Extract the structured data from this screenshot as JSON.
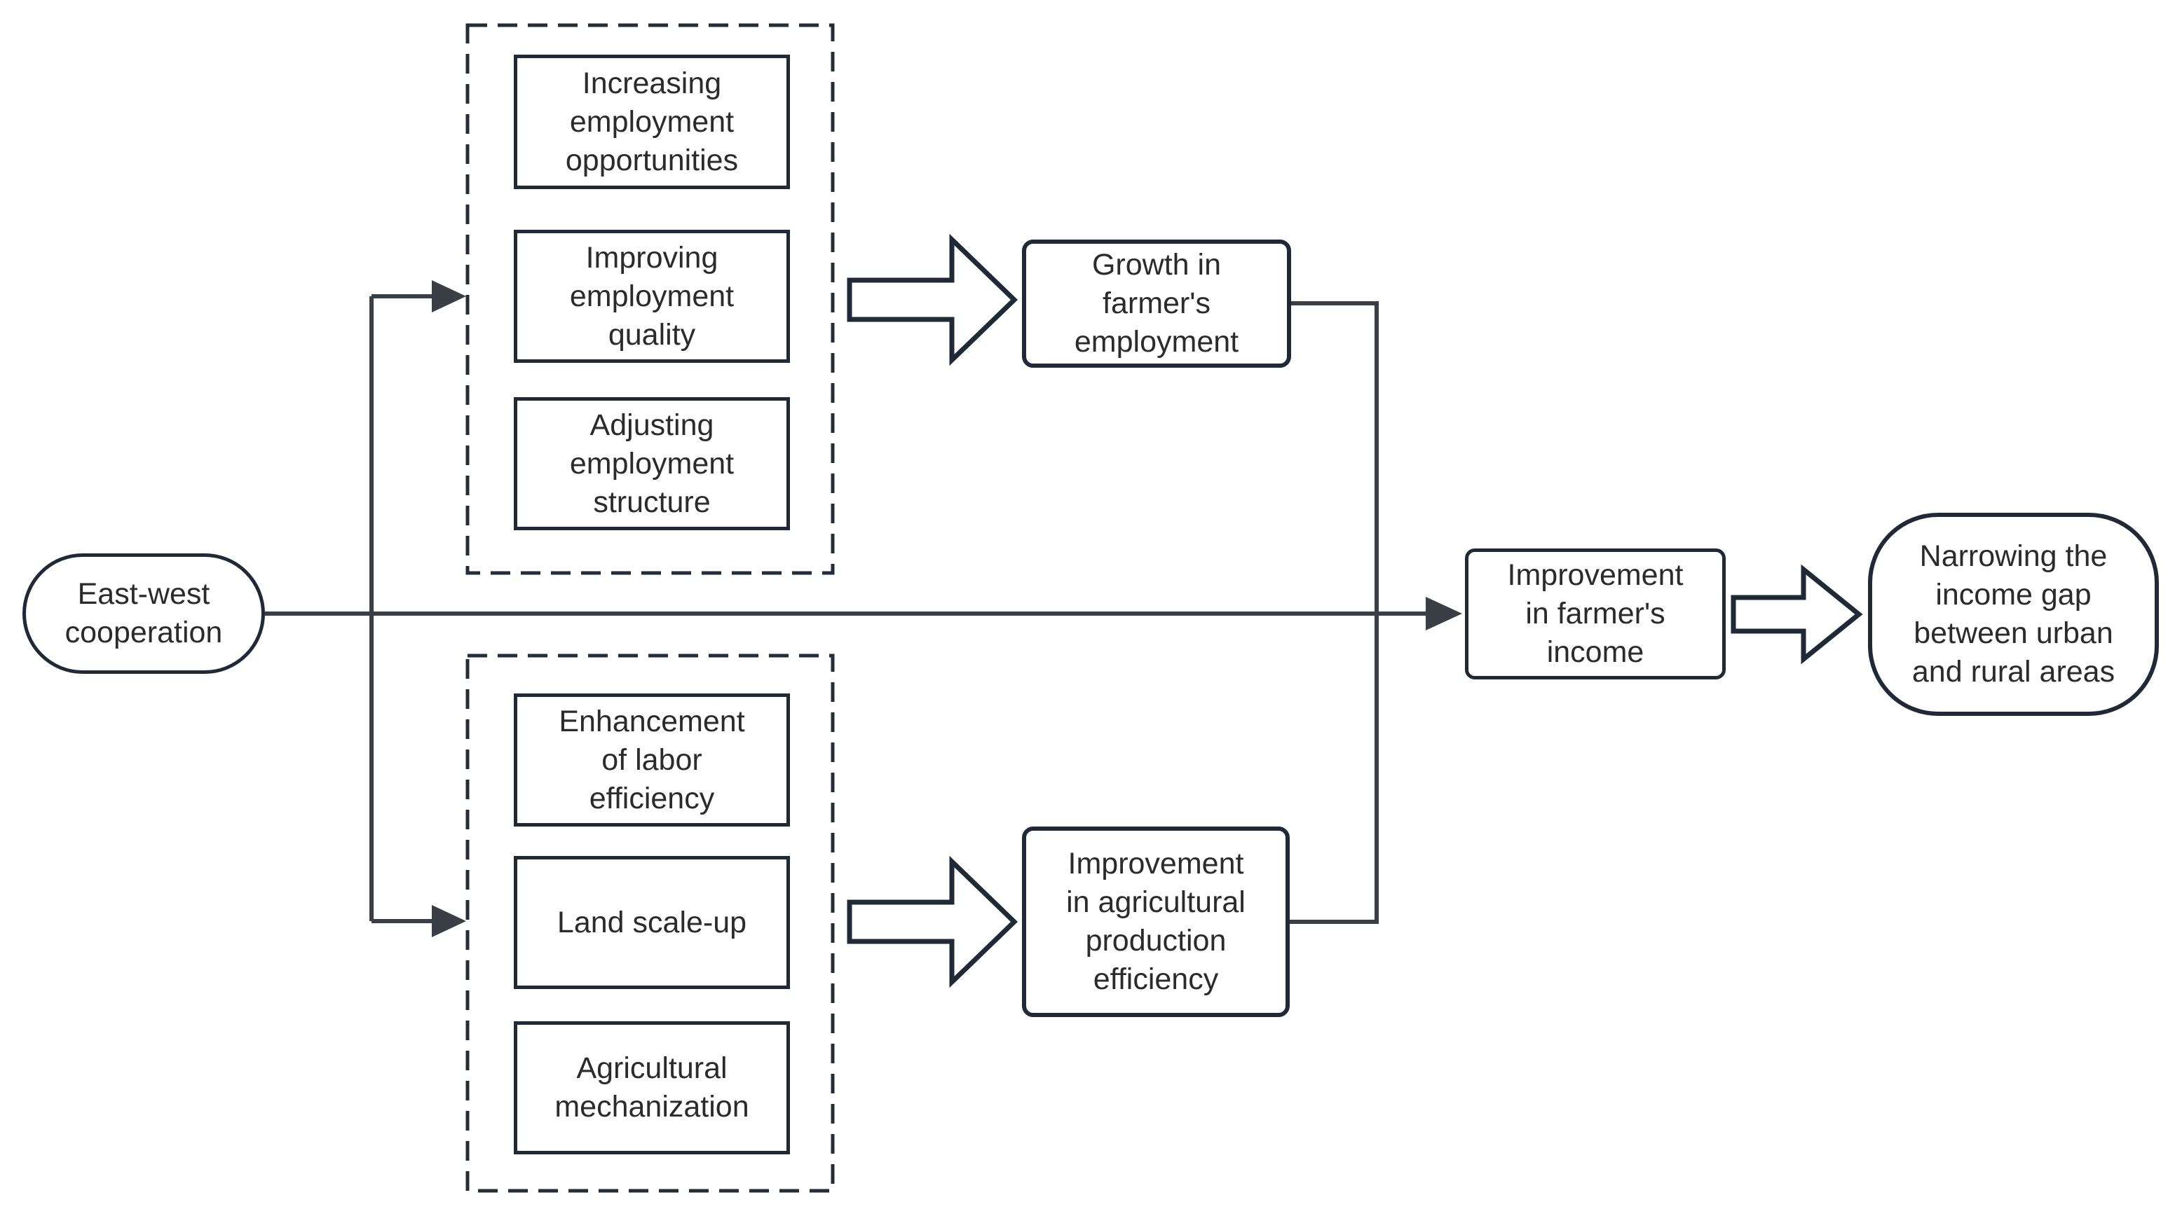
{
  "theme": {
    "background": "#ffffff",
    "line_color": "#3a3f45",
    "box_border_color": "#1f2a36",
    "dashed_border_color": "#232e3a",
    "text_color": "#2b2b2b"
  },
  "diagram": {
    "source": "East-west cooperation",
    "source_wrapped": "East-west\ncooperation",
    "employment_factors": [
      "Increasing\nemployment\nopportunities",
      "Improving\nemployment\nquality",
      "Adjusting\nemployment\nstructure"
    ],
    "agriculture_factors": [
      "Enhancement\nof labor\nefficiency",
      "Land scale-up",
      "Agricultural\nmechanization"
    ],
    "employment_outcome": "Growth in\nfarmer's\nemployment",
    "agriculture_outcome": "Improvement\nin agricultural\nproduction\nefficiency",
    "income_outcome": "Improvement\nin farmer's\nincome",
    "final_outcome": "Narrowing the\nincome gap\nbetween urban\nand rural areas"
  }
}
